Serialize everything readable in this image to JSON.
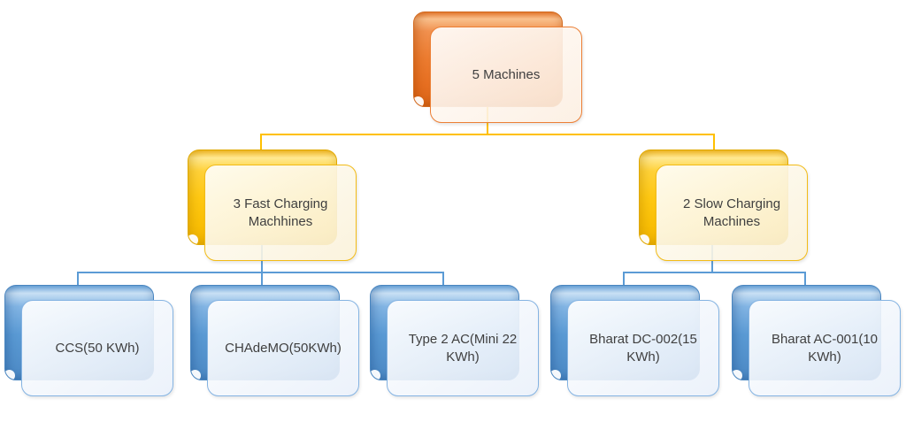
{
  "diagram": {
    "type": "hierarchy",
    "nodes": [
      {
        "id": "root",
        "label": "5 Machines",
        "level": 1,
        "theme": "orange",
        "parent": null
      },
      {
        "id": "fast",
        "label": "3 Fast Charging Machhines",
        "level": 2,
        "theme": "yellow",
        "parent": "root"
      },
      {
        "id": "slow",
        "label": "2 Slow Charging Machines",
        "level": 2,
        "theme": "yellow",
        "parent": "root"
      },
      {
        "id": "ccs",
        "label": "CCS(50 KWh)",
        "level": 3,
        "theme": "blue",
        "parent": "fast"
      },
      {
        "id": "chademo",
        "label": "CHAdeMO(50KWh)",
        "level": 3,
        "theme": "blue",
        "parent": "fast"
      },
      {
        "id": "type2ac",
        "label": "Type 2 AC(Mini 22 KWh)",
        "level": 3,
        "theme": "blue",
        "parent": "fast"
      },
      {
        "id": "bharat_dc",
        "label": "Bharat DC-002(15 KWh)",
        "level": 3,
        "theme": "blue",
        "parent": "slow"
      },
      {
        "id": "bharat_ac",
        "label": "Bharat AC-001(10 KWh)",
        "level": 3,
        "theme": "blue",
        "parent": "slow"
      }
    ],
    "colors": {
      "level1_accent": "#ED7D31",
      "level2_accent": "#FFC000",
      "level3_accent": "#5B9BD5",
      "root_connector": "#FFC000",
      "branch_connector": "#5B9BD5",
      "text": "#3F3F3F",
      "background": "#FFFFFF"
    }
  }
}
